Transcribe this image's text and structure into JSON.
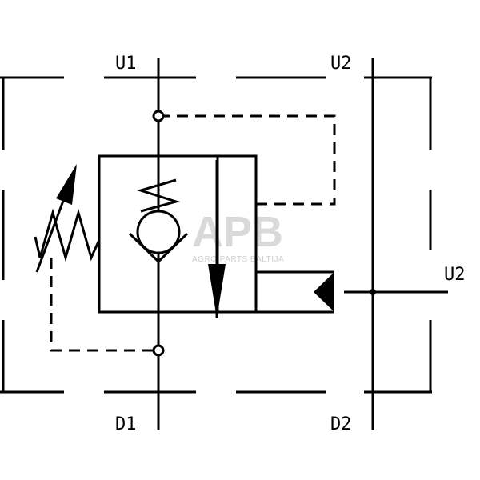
{
  "colors": {
    "line": "#000000",
    "background": "#ffffff",
    "watermark": "#d9d9d9"
  },
  "ports": {
    "u1": "U1",
    "u2_top": "U2",
    "u2_side": "U2",
    "d1": "D1",
    "d2": "D2"
  },
  "watermark": {
    "logo": "APB",
    "tagline": "AGRO PARTS BALTIJA"
  },
  "icons": [
    "adjustable-spring-icon",
    "check-valve-icon",
    "flow-arrow-icon",
    "pilot-triangle-icon"
  ]
}
